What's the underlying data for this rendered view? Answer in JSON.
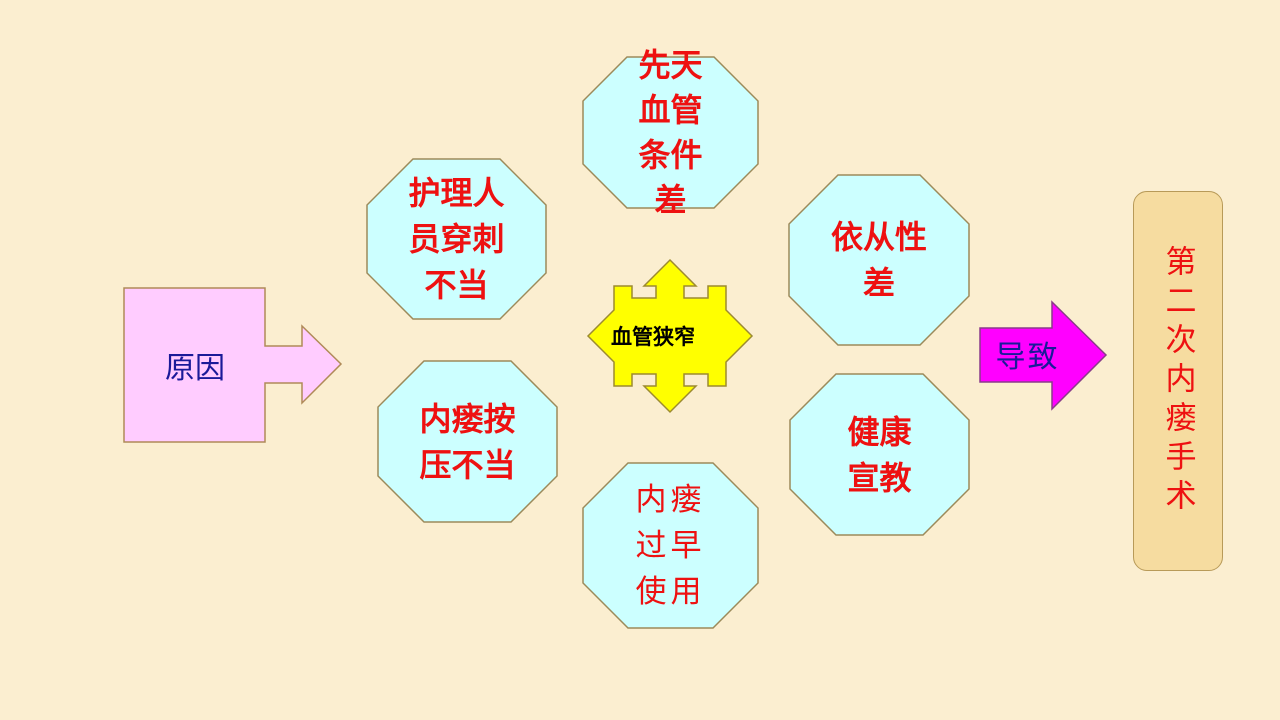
{
  "diagram": {
    "cause": "原因",
    "center": "血管狭窄",
    "lead_to": "导致",
    "result": "第二次内瘘手术",
    "factors": [
      {
        "id": "congenital",
        "lines": [
          "先天",
          "血管",
          "条件",
          "差"
        ]
      },
      {
        "id": "nursing",
        "lines": [
          "护理人",
          "员穿刺",
          "不当"
        ]
      },
      {
        "id": "compliance",
        "lines": [
          "依从性",
          "差"
        ]
      },
      {
        "id": "compression",
        "lines": [
          "内瘘按",
          "压不当"
        ]
      },
      {
        "id": "education",
        "lines": [
          "健康",
          "宣教"
        ]
      },
      {
        "id": "early-use",
        "lines": [
          "内瘘",
          "过早",
          "使用"
        ]
      }
    ]
  },
  "colors": {
    "background": "#fbeed0",
    "octagon_fill": "#ccffff",
    "octagon_stroke": "#9c8a5a",
    "factor_text": "#ee1111",
    "cause_fill": "#ffccff",
    "lead_arrow_fill": "#ff00ff",
    "center_arrow_fill": "#ffff00",
    "result_fill": "#f6dca0",
    "label_blue": "#1a1a99"
  }
}
